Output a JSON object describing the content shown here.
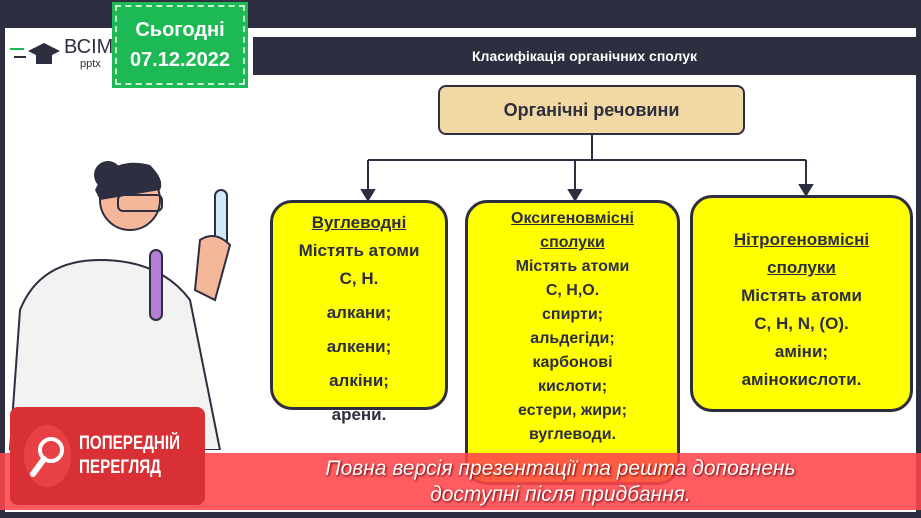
{
  "header": {
    "date_label": "Сьогодні",
    "date": "07.12.2022",
    "logo_text": "ВСІМ",
    "logo_sub": "pptx",
    "title": "Класифікація органічних сполук"
  },
  "diagram": {
    "root": "Органічні речовини",
    "boxes": [
      {
        "heading": "Вуглеводні",
        "lines": [
          "Містять атоми",
          "C, H.",
          "алкани;",
          "алкени;",
          "алкіни;",
          "арени."
        ]
      },
      {
        "heading": "Оксигеновмісні сполуки",
        "lines": [
          "Містять атоми",
          "C, H,O.",
          "спирти;",
          "альдегіди;",
          "карбонові",
          "кислоти;",
          "естери, жири;",
          "вуглеводи."
        ]
      },
      {
        "heading": "Нітрогеновмісні сполуки",
        "lines": [
          "Містять атоми",
          "C, H, N, (O).",
          "аміни;",
          "амінокислоти."
        ]
      }
    ]
  },
  "overlay": {
    "badge": "ПОПЕРЕДНІЙ ПЕРЕГЛЯД",
    "line1": "Повна версія презентації та решта доповнень",
    "line2": "доступні після придбання."
  },
  "colors": {
    "dark": "#2d2e3f",
    "green": "#1db954",
    "yellow": "#ffff00",
    "tan": "#f2d8a2",
    "red": "#d93035"
  }
}
